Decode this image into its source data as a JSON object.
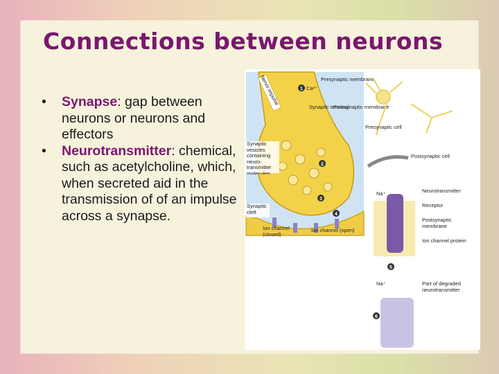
{
  "slide": {
    "title": "Connections between neurons",
    "bullets": [
      {
        "term": "Synapse",
        "text": ": gap between neurons or neurons and effectors"
      },
      {
        "term": "Neurotransmitter",
        "text": ": chemical, such as acetylcholine, which, when secreted aid in the transmission of of an impulse across a synapse."
      }
    ]
  },
  "figure": {
    "labels": {
      "nerve_impulse": "Nerve impulse",
      "ca": "Ca²⁺",
      "presynaptic_membrane": "Presynaptic membrane",
      "synaptic_terminal": "Synaptic terminal",
      "postsynaptic_membrane": "Postsynaptic membrane",
      "presynaptic_cell": "Presynaptic cell",
      "synaptic_vesicles": "Synaptic vesicles containing neuro-transmitter molecules",
      "postsynaptic_cell": "Postsynaptic cell",
      "na_top": "Na⁺",
      "neurotransmitter": "Neurotransmitter",
      "receptor": "Receptor",
      "postsynaptic_membrane_2": "Postsynaptic membrane",
      "ion_channel_protein": "Ion channel protein",
      "synaptic_cleft": "Synaptic cleft",
      "ion_channel_closed": "Ion channel (closed)",
      "ion_channel_open": "Ion channel (open)",
      "na_bottom": "Na⁺",
      "degraded_nt": "Part of degraded neurotransmitter",
      "step1": "1",
      "step2": "2",
      "step3": "3",
      "step4": "4",
      "step5": "5",
      "step6": "6"
    }
  }
}
